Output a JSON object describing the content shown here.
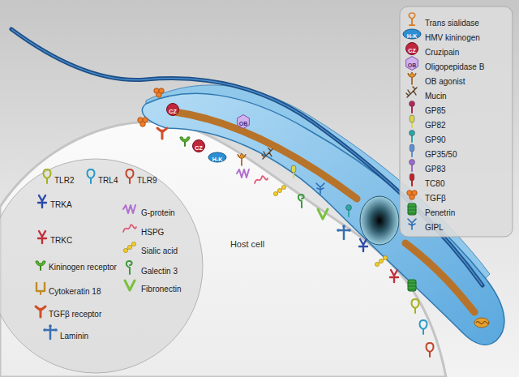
{
  "diagram": {
    "labels": [
      "Host cell",
      "CZ",
      "CZ",
      "OB",
      "H-K",
      "H-K",
      "CZ",
      "OB"
    ],
    "legend": [
      {
        "text": "Trans sialidase"
      },
      {
        "text": "HMV kininogen"
      },
      {
        "text": "Cruzipain"
      },
      {
        "text": "Oligopepidase B"
      },
      {
        "text": "OB agonist"
      },
      {
        "text": "Mucin"
      },
      {
        "text": "GP85"
      },
      {
        "text": "GP82"
      },
      {
        "text": "GP90"
      },
      {
        "text": "GP35/50"
      },
      {
        "text": "GP83"
      },
      {
        "text": "TC80"
      },
      {
        "text": "TGFβ"
      },
      {
        "text": "Penetrin"
      },
      {
        "text": "GIPL"
      },
      {
        "text": "TLR2"
      },
      {
        "text": "TRL4"
      },
      {
        "text": "TLR9"
      },
      {
        "text": "TRKA"
      },
      {
        "text": "G-protein"
      },
      {
        "text": "HSPG"
      },
      {
        "text": "TRKC"
      },
      {
        "text": "Sialic acid"
      },
      {
        "text": "Kininogen receptor"
      },
      {
        "text": "Galectin 3"
      },
      {
        "text": "Fibronectin"
      },
      {
        "text": "Cytokeratin 18"
      },
      {
        "text": "TGFβ receptor"
      },
      {
        "text": "Laminin"
      }
    ]
  }
}
